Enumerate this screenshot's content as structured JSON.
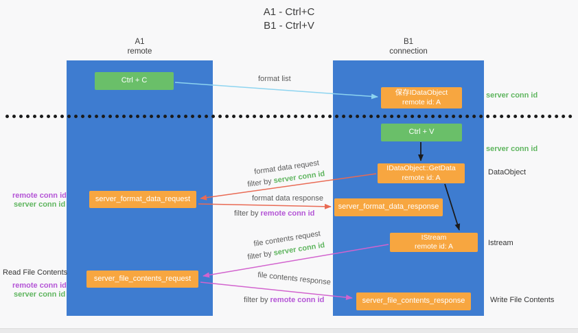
{
  "title": {
    "line1": "A1 - Ctrl+C",
    "line2": "B1 - Ctrl+V"
  },
  "lanes": {
    "left": {
      "name": "A1",
      "sub": "remote"
    },
    "right": {
      "name": "B1",
      "sub": "connection"
    }
  },
  "boxes": {
    "ctrl_c": "Ctrl + C",
    "ctrl_v": "Ctrl + V",
    "save_obj_l1": "保存IDataObject",
    "save_obj_l2": "remote id: A",
    "getdata_l1": "IDataObject::GetData",
    "getdata_l2": "remote id: A",
    "istream_l1": "IStream",
    "istream_l2": "remote id: A",
    "format_request": "server_format_data_request",
    "format_response": "server_format_data_response",
    "file_request": "server_file_contents_request",
    "file_response": "server_file_contents_response"
  },
  "labels": {
    "format_list": "format list",
    "format_data_request": "format data request",
    "format_data_response": "format data response",
    "file_contents_request": "file contents request",
    "file_contents_response": "file contents response",
    "filter_by": "filter by ",
    "server_conn_id": "server conn id",
    "remote_conn_id": "remote conn id",
    "dataobject": "DataObject",
    "istream": "Istream",
    "read_file": "Read File Contents",
    "write_file": "Write File Contents"
  },
  "colors": {
    "lane_blue": "#3e7cd0",
    "box_green": "#6abf69",
    "box_orange": "#f7a640",
    "arrow_blue": "#8dd4f0",
    "arrow_red": "#e96a54",
    "arrow_magenta": "#d263ce",
    "text_green": "#5fb55f",
    "text_purple": "#b455d6"
  }
}
